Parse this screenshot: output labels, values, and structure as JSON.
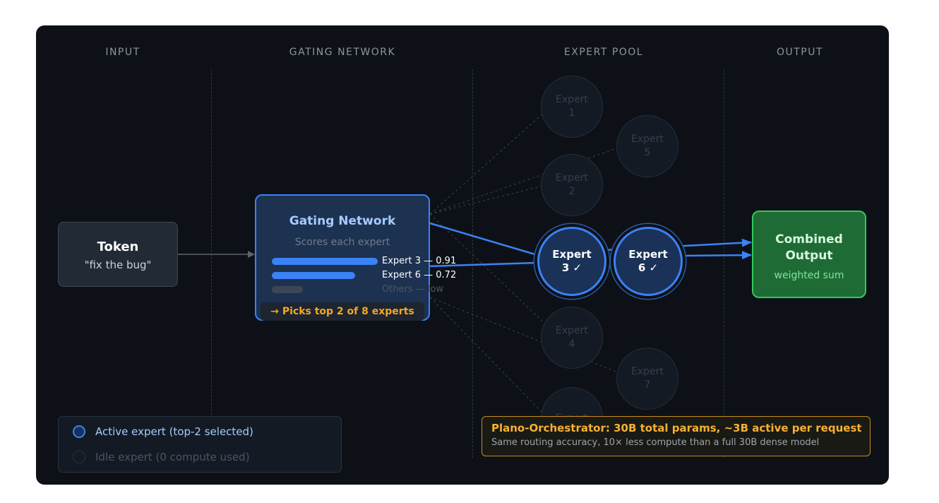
{
  "colors": {
    "panel_bg": "#0d1117",
    "accent_blue": "#3b82f6",
    "output_green": "#34c759",
    "note_orange": "#f5a623"
  },
  "columns": [
    "INPUT",
    "GATING NETWORK",
    "EXPERT POOL",
    "OUTPUT"
  ],
  "token": {
    "title": "Token",
    "text": "\"fix the bug\""
  },
  "gating": {
    "title": "Gating Network",
    "subtitle": "Scores each expert",
    "scores": [
      {
        "label": "Expert 3 — 0.91",
        "value": 0.91,
        "status": "selected"
      },
      {
        "label": "Expert 6 — 0.72",
        "value": 0.72,
        "status": "selected"
      },
      {
        "label": "Others — low",
        "value": 0.2,
        "status": "low"
      }
    ],
    "pick_note": "→ Picks top 2 of 8 experts"
  },
  "experts": [
    {
      "id": "1",
      "line1": "Expert",
      "line2": "1",
      "state": "idle"
    },
    {
      "id": "5",
      "line1": "Expert",
      "line2": "5",
      "state": "idle"
    },
    {
      "id": "2",
      "line1": "Expert",
      "line2": "2",
      "state": "idle"
    },
    {
      "id": "3",
      "line1": "Expert",
      "line2": "3 ✓",
      "state": "active"
    },
    {
      "id": "6",
      "line1": "Expert",
      "line2": "6 ✓",
      "state": "active"
    },
    {
      "id": "4",
      "line1": "Expert",
      "line2": "4",
      "state": "idle"
    },
    {
      "id": "7",
      "line1": "Expert",
      "line2": "7",
      "state": "idle"
    },
    {
      "id": "8",
      "line1": "Expert",
      "line2": "",
      "state": "idle"
    }
  ],
  "output": {
    "title_line1": "Combined",
    "title_line2": "Output",
    "subtitle": "weighted sum"
  },
  "legend": {
    "active": "Active expert (top-2 selected)",
    "idle": "Idle expert (0 compute used)"
  },
  "note": {
    "title": "Plano-Orchestrator: 30B total params, ~3B active per request",
    "subtitle": "Same routing accuracy, 10× less compute than a full 30B dense model"
  }
}
